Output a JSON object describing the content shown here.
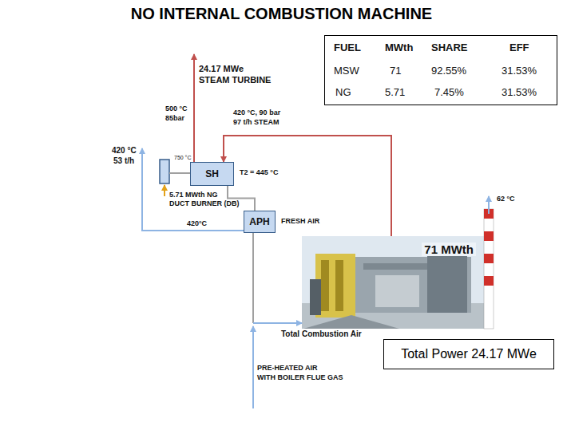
{
  "diagram": {
    "title": "NO INTERNAL COMBUSTION MACHINE",
    "nodes": [
      {
        "text": [
          "SH"
        ]
      },
      {
        "text": [
          "APH"
        ]
      },
      {
        "text": [
          "71 MWth"
        ]
      },
      {
        "text": [
          "Total Power 24.17 MWe"
        ]
      }
    ],
    "edges": [
      {
        "from": 0,
        "to": 1,
        "arrow": "none"
      },
      {
        "from": 1,
        "to": 2,
        "arrow": "to"
      },
      {
        "from": 2,
        "to": 0,
        "arrow": "to"
      }
    ],
    "labels": [
      "24.17 MWe",
      "STEAM TURBINE",
      "500 °C",
      "85bar",
      "420 °C, 90 bar",
      "97 t/h STEAM",
      "420 °C",
      "53 t/h",
      "750 °C",
      "T2 = 445 °C",
      "5.71 MWth NG",
      "DUCT BURNER (DB)",
      "420°C",
      "FRESH AIR",
      "62 °C",
      "Total Combustion Air",
      "PRE-HEATED AIR",
      "WITH BOILER FLUE GAS",
      "FUEL",
      "MWth",
      "SHARE",
      "EFF",
      "MSW",
      "71",
      "92.55%",
      "31.53%",
      "NG",
      "5.71",
      "7.45%",
      "31.53%"
    ]
  }
}
